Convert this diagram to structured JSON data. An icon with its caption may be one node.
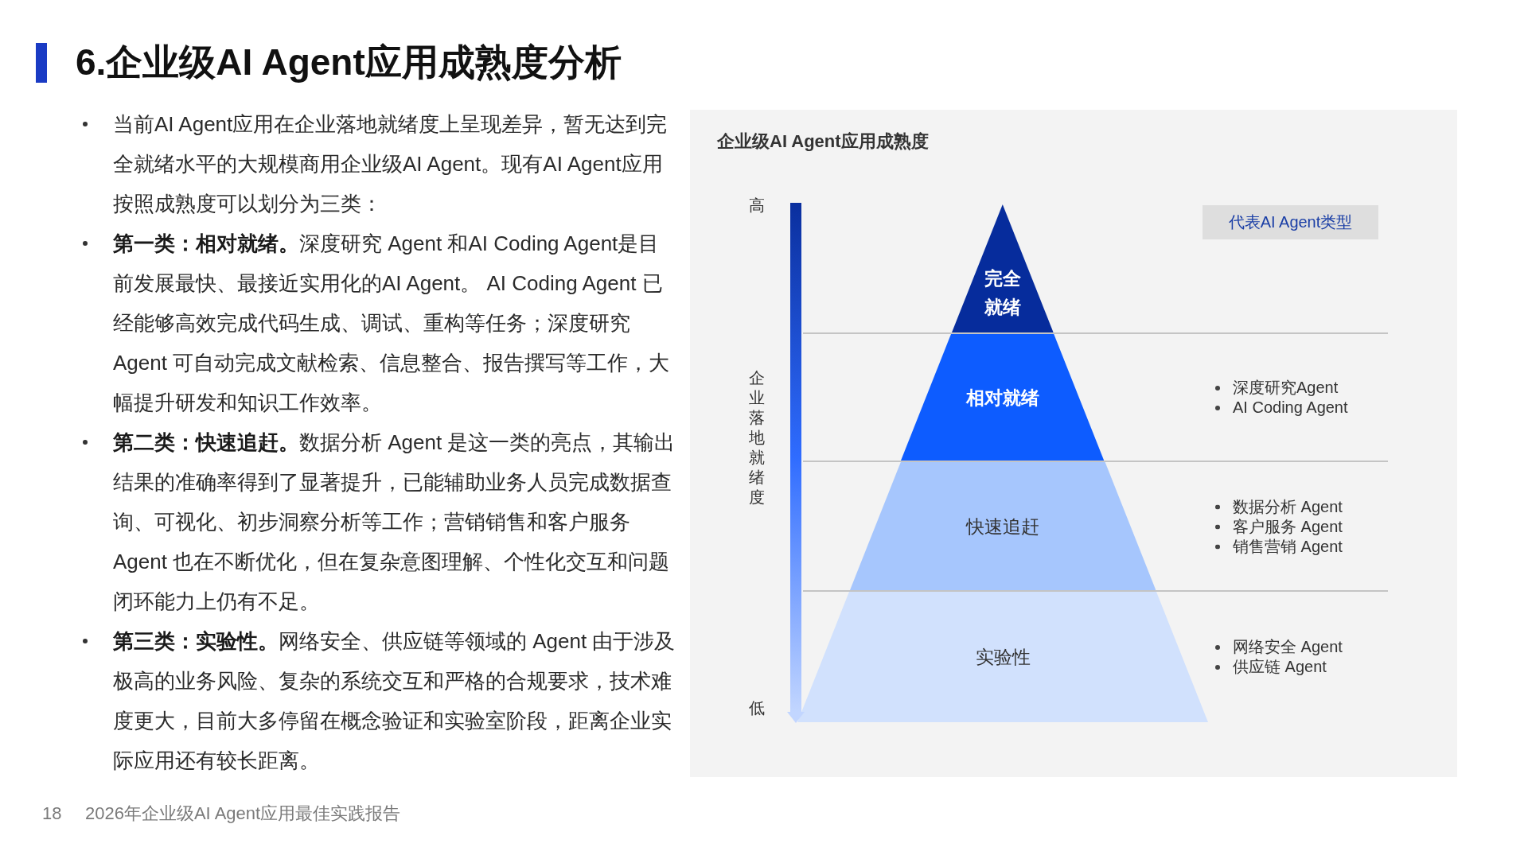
{
  "diagram": {
    "title": "6.企业级AI Agent应用成熟度分析",
    "nodes": [
      {
        "text": [
          "企业级AI Agent应用成熟度"
        ]
      },
      {
        "text": [
          "代表AI Agent类型"
        ],
        "in": 0
      },
      {
        "text": [
          "完全就绪"
        ],
        "in": 0
      },
      {
        "text": [
          "相对就绪"
        ],
        "in": 0,
        "beside": [
          "深度研究Agent",
          "AI Coding Agent"
        ]
      },
      {
        "text": [
          "快速追赶"
        ],
        "in": 0,
        "beside": [
          "数据分析 Agent",
          "客户服务 Agent",
          "销售营销 Agent"
        ]
      },
      {
        "text": [
          "实验性"
        ],
        "in": 0,
        "beside": [
          "网络安全 Agent",
          "供应链 Agent"
        ]
      }
    ],
    "labels": [
      "当前AI Agent应用在企业落地就绪度上呈现差异，暂无达到完全就绪水平的大规模商用企业级AI Agent。现有AI Agent应用按照成熟度可以划分为三类：",
      "**第一类：相对就绪。**深度研究 Agent 和AI Coding Agent是目前发展最快、最接近实用化的AI Agent。 AI Coding Agent 已经能够高效完成代码生成、调试、重构等任务；深度研究 Agent 可自动完成文献检索、信息整合、报告撰写等工作，大幅提升研发和知识工作效率。",
      "**第二类：快速追赶。**数据分析 Agent 是这一类的亮点，其输出结果的准确率得到了显著提升，已能辅助业务人员完成数据查询、可视化、初步洞察分析等工作；营销销售和客户服务 Agent 也在不断优化，但在复杂意图理解、个性化交互和问题闭环能力上仍有不足。",
      "**第三类：实验性。**网络安全、供应链等领域的 Agent 由于涉及极高的业务风险、复杂的系统交互和严格的合规要求，技术难度更大，目前大多停留在概念验证和实验室阶段，距离企业实际应用还有较长距离。",
      "高",
      "企业落地就绪度",
      "低",
      "18",
      "2026年企业级AI Agent应用最佳实践报告"
    ]
  }
}
